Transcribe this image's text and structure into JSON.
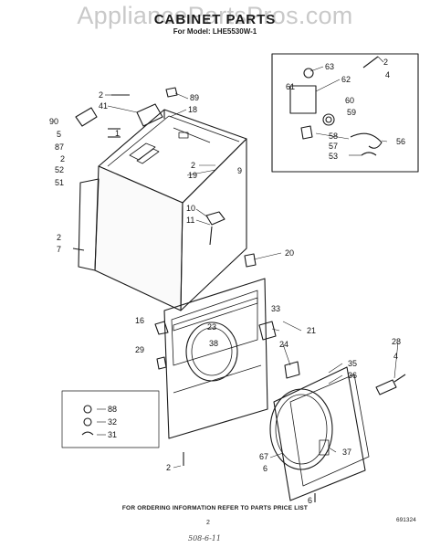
{
  "watermark": "AppliancePartsPros.com",
  "title": "CABINET PARTS",
  "subtitle": "For Model: LHE5530W-1",
  "footer_note": "FOR ORDERING INFORMATION REFER TO PARTS PRICE LIST",
  "page_number": "2",
  "document_code": "691324",
  "handwritten_note": "508-6-11",
  "callouts": {
    "c2a": "2",
    "c89": "89",
    "c41": "41",
    "c18": "18",
    "c90": "90",
    "c5": "5",
    "c1": "1",
    "c87": "87",
    "c2b": "2",
    "c52": "52",
    "c51": "51",
    "c2c": "2",
    "c9": "9",
    "c19": "19",
    "c10": "10",
    "c11": "11",
    "c2d": "2",
    "c7": "7",
    "c20": "20",
    "c33": "33",
    "c21": "21",
    "c16": "16",
    "c23": "23",
    "c38": "38",
    "c24": "24",
    "c29": "29",
    "c28": "28",
    "c35": "35",
    "c36": "36",
    "c88": "88",
    "c32": "32",
    "c31": "31",
    "c37": "37",
    "c67": "67",
    "c6a": "6",
    "c2e": "2",
    "c6b": "6",
    "c63": "63",
    "c2f": "2",
    "c61": "61",
    "c62": "62",
    "c4": "4",
    "c60": "60",
    "c59": "59",
    "c58": "58",
    "c57": "57",
    "c53": "53",
    "c56": "56"
  }
}
